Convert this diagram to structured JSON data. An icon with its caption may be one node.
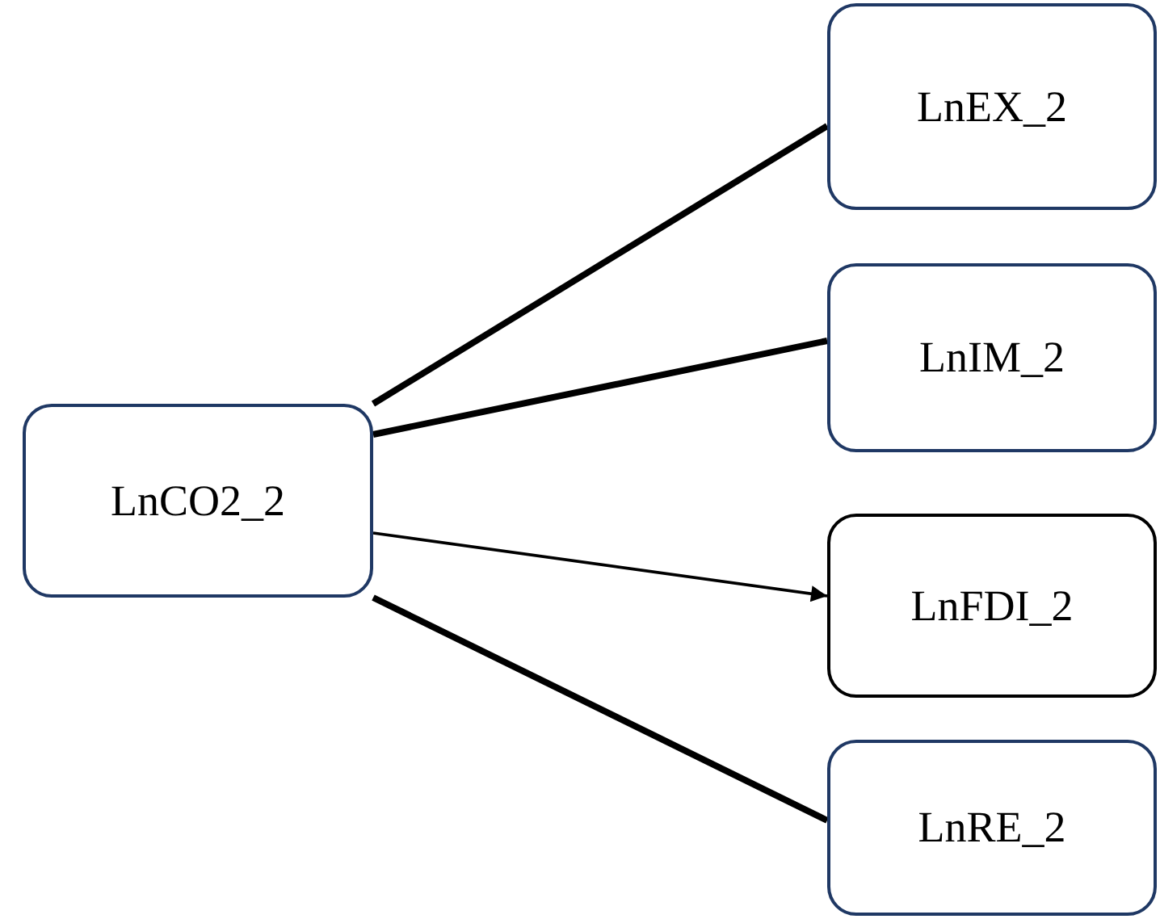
{
  "diagram": {
    "nodes": [
      {
        "text": [
          "LnCO2_2"
        ]
      },
      {
        "text": [
          "LnEX_2"
        ]
      },
      {
        "text": [
          "LnIM_2"
        ]
      },
      {
        "text": [
          "LnFDI_2"
        ]
      },
      {
        "text": [
          "LnRE_2"
        ]
      }
    ],
    "edges": [
      {
        "from": 0,
        "to": 1,
        "arrow": "none"
      },
      {
        "from": 0,
        "to": 2,
        "arrow": "none"
      },
      {
        "from": 0,
        "to": 3,
        "arrow": "to"
      },
      {
        "from": 0,
        "to": 4,
        "arrow": "none"
      }
    ]
  }
}
